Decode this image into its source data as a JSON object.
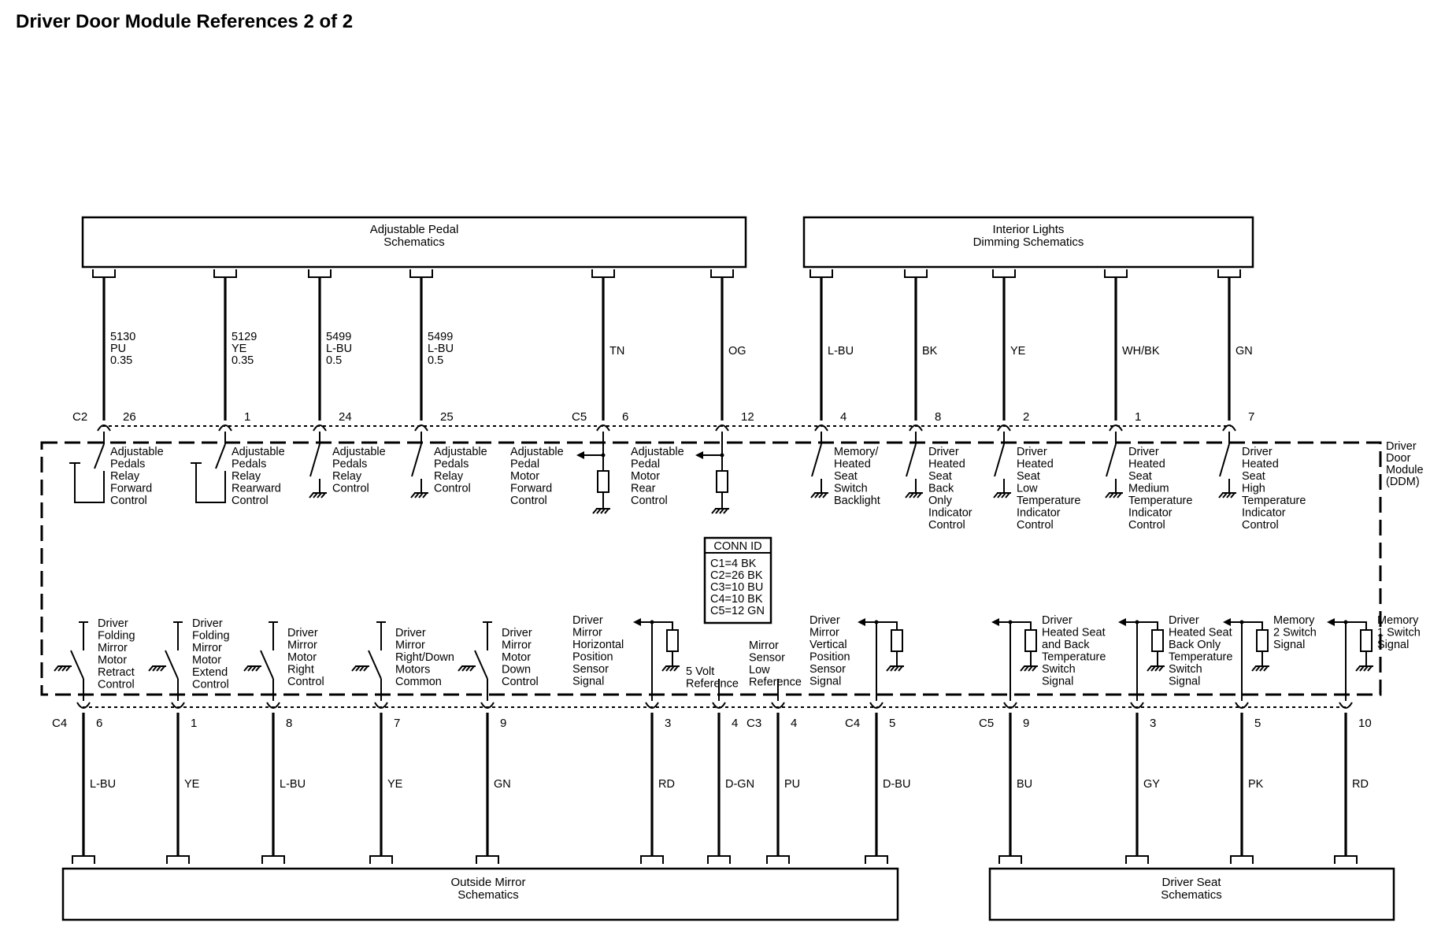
{
  "title": "Driver Door Module References 2 of 2",
  "blocks": {
    "adjustable_pedal": [
      "Adjustable Pedal",
      "Schematics"
    ],
    "interior_lights": [
      "Interior Lights",
      "Dimming Schematics"
    ],
    "outside_mirror": [
      "Outside Mirror",
      "Schematics"
    ],
    "driver_seat": [
      "Driver Seat",
      "Schematics"
    ]
  },
  "module_label": [
    "Driver",
    "Door",
    "Module",
    "(DDM)"
  ],
  "conn_id": {
    "title": "CONN ID",
    "rows": [
      "C1=4 BK",
      "C2=26 BK",
      "C3=10 BU",
      "C4=10 BK",
      "C5=12 GN"
    ]
  },
  "top_connectors": [
    {
      "connector": "C2",
      "pin": "26",
      "wire": [
        "5130",
        "PU",
        "0.35"
      ],
      "label": [
        "Adjustable",
        "Pedals",
        "Relay",
        "Forward",
        "Control"
      ]
    },
    {
      "connector": "",
      "pin": "1",
      "wire": [
        "5129",
        "YE",
        "0.35"
      ],
      "label": [
        "Adjustable",
        "Pedals",
        "Relay",
        "Rearward",
        "Control"
      ]
    },
    {
      "connector": "",
      "pin": "24",
      "wire": [
        "5499",
        "L-BU",
        "0.5"
      ],
      "label": [
        "Adjustable",
        "Pedals",
        "Relay",
        "Control"
      ]
    },
    {
      "connector": "",
      "pin": "25",
      "wire": [
        "5499",
        "L-BU",
        "0.5"
      ],
      "label": [
        "Adjustable",
        "Pedals",
        "Relay",
        "Control"
      ]
    },
    {
      "connector": "C5",
      "pin": "6",
      "wire": [
        "TN"
      ],
      "label": [
        "Adjustable",
        "Pedal",
        "Motor",
        "Forward",
        "Control"
      ]
    },
    {
      "connector": "",
      "pin": "12",
      "wire": [
        "OG"
      ],
      "label": [
        "Adjustable",
        "Pedal",
        "Motor",
        "Rear",
        "Control"
      ]
    },
    {
      "connector": "",
      "pin": "4",
      "wire": [
        "L-BU"
      ],
      "label": [
        "Memory/",
        "Heated",
        "Seat",
        "Switch",
        "Backlight"
      ]
    },
    {
      "connector": "",
      "pin": "8",
      "wire": [
        "BK"
      ],
      "label": [
        "Driver",
        "Heated",
        "Seat",
        "Back",
        "Only",
        "Indicator",
        "Control"
      ]
    },
    {
      "connector": "",
      "pin": "2",
      "wire": [
        "YE"
      ],
      "label": [
        "Driver",
        "Heated",
        "Seat",
        "Low",
        "Temperature",
        "Indicator",
        "Control"
      ]
    },
    {
      "connector": "",
      "pin": "1",
      "wire": [
        "WH/BK"
      ],
      "label": [
        "Driver",
        "Heated",
        "Seat",
        "Medium",
        "Temperature",
        "Indicator",
        "Control"
      ]
    },
    {
      "connector": "",
      "pin": "7",
      "wire": [
        "GN"
      ],
      "label": [
        "Driver",
        "Heated",
        "Seat",
        "High",
        "Temperature",
        "Indicator",
        "Control"
      ]
    }
  ],
  "bottom_connectors": [
    {
      "connector": "C4",
      "pin": "6",
      "wire": "L-BU",
      "label": [
        "Driver",
        "Folding",
        "Mirror",
        "Motor",
        "Retract",
        "Control"
      ]
    },
    {
      "connector": "",
      "pin": "1",
      "wire": "YE",
      "label": [
        "Driver",
        "Folding",
        "Mirror",
        "Motor",
        "Extend",
        "Control"
      ]
    },
    {
      "connector": "",
      "pin": "8",
      "wire": "L-BU",
      "label": [
        "Driver",
        "Mirror",
        "Motor",
        "Right",
        "Control"
      ]
    },
    {
      "connector": "",
      "pin": "7",
      "wire": "YE",
      "label": [
        "Driver",
        "Mirror",
        "Right/Down",
        "Motors",
        "Common"
      ]
    },
    {
      "connector": "",
      "pin": "9",
      "wire": "GN",
      "label": [
        "Driver",
        "Mirror",
        "Motor",
        "Down",
        "Control"
      ]
    },
    {
      "connector": "",
      "pin": "3",
      "wire": "RD",
      "label": [
        "Driver",
        "Mirror",
        "Horizontal",
        "Position",
        "Sensor",
        "Signal"
      ]
    },
    {
      "connector": "",
      "pin": "4",
      "wire": "D-GN",
      "label": [
        "5 Volt",
        "Reference"
      ]
    },
    {
      "connector": "C3",
      "pin": "4",
      "wire": "PU",
      "label": [
        "Mirror",
        "Sensor",
        "Low",
        "Reference"
      ]
    },
    {
      "connector": "C4",
      "pin": "5",
      "wire": "D-BU",
      "label": [
        "Driver",
        "Mirror",
        "Vertical",
        "Position",
        "Sensor",
        "Signal"
      ]
    },
    {
      "connector": "C5",
      "pin": "9",
      "wire": "BU",
      "label": [
        "Driver",
        "Heated Seat",
        "and Back",
        "Temperature",
        "Switch",
        "Signal"
      ]
    },
    {
      "connector": "",
      "pin": "3",
      "wire": "GY",
      "label": [
        "Driver",
        "Heated Seat",
        "Back Only",
        "Temperature",
        "Switch",
        "Signal"
      ]
    },
    {
      "connector": "",
      "pin": "5",
      "wire": "PK",
      "label": [
        "Memory",
        "2 Switch",
        "Signal"
      ]
    },
    {
      "connector": "",
      "pin": "10",
      "wire": "RD",
      "label": [
        "Memory",
        "1 Switch",
        "Signal"
      ]
    }
  ]
}
